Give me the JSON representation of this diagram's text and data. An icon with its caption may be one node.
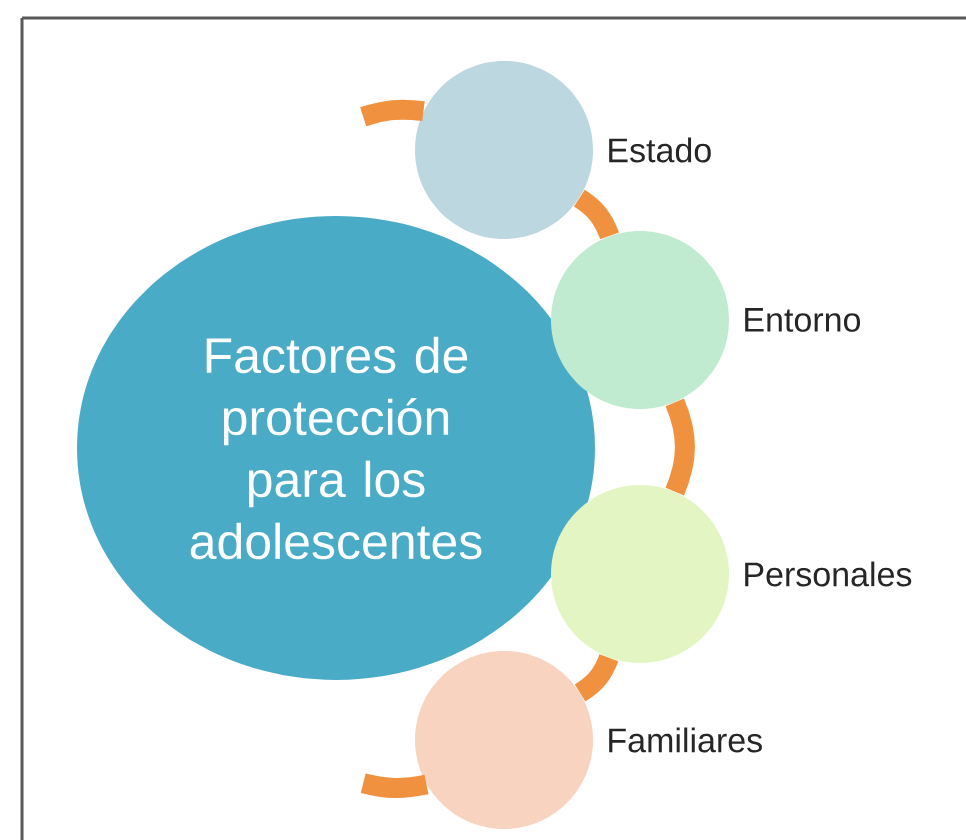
{
  "diagram": {
    "nodes": [
      {
        "text": [
          "Factores de protección para los adolescentes"
        ]
      },
      {
        "text": [],
        "shape": "circle",
        "beside": [
          "Estado"
        ]
      },
      {
        "text": [],
        "shape": "circle",
        "beside": [
          "Entorno"
        ]
      },
      {
        "text": [],
        "shape": "circle",
        "beside": [
          "Personales"
        ]
      },
      {
        "text": [],
        "shape": "circle",
        "beside": [
          "Familiares"
        ]
      }
    ],
    "edges": [
      {
        "from": null,
        "to": 1,
        "arrow": "none"
      },
      {
        "from": 1,
        "to": 2,
        "arrow": "none"
      },
      {
        "from": 2,
        "to": 3,
        "arrow": "none"
      },
      {
        "from": 3,
        "to": 4,
        "arrow": "none"
      },
      {
        "from": 4,
        "to": null,
        "arrow": "none"
      }
    ]
  }
}
